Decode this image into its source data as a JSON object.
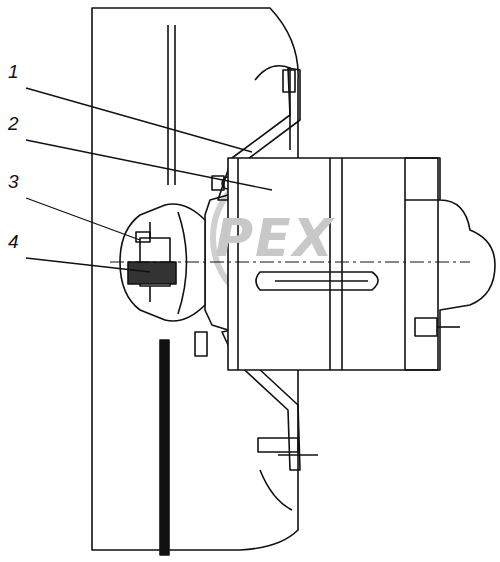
{
  "diagram": {
    "labels": [
      "1",
      "2",
      "3",
      "4",
      "PEX"
    ]
  }
}
